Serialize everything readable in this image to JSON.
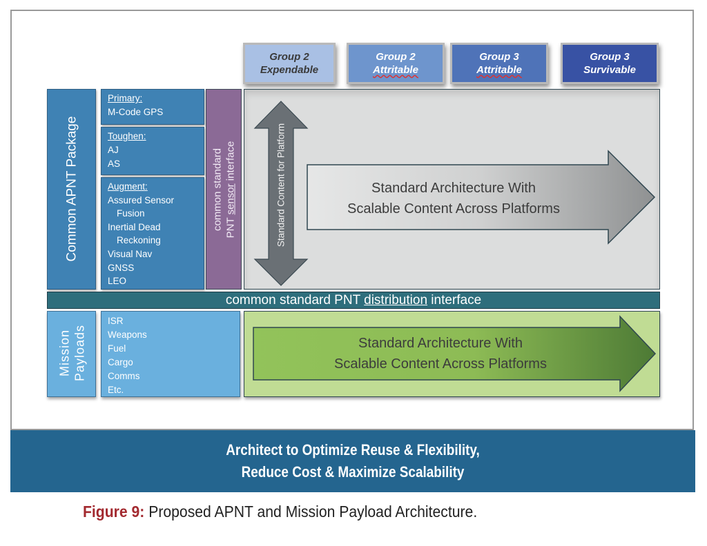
{
  "groups": [
    {
      "line1": "Group 2",
      "line2": "Expendable",
      "fill": "#a9c0e4",
      "text_color": "#3a3a3a",
      "misspelling_flag": false
    },
    {
      "line1": "Group 2",
      "line2": "Attritable",
      "fill": "#6e95cd",
      "text_color": "#ffffff",
      "misspelling_flag": true
    },
    {
      "line1": "Group 3",
      "line2": "Attritable",
      "fill": "#4f73b8",
      "text_color": "#ffffff",
      "misspelling_flag": true
    },
    {
      "line1": "Group 3",
      "line2": "Survivable",
      "fill": "#3852a4",
      "text_color": "#ffffff",
      "misspelling_flag": false
    }
  ],
  "apnt_package": {
    "label": "Common APNT Package",
    "primary": {
      "header": "Primary:",
      "items": [
        "M-Code GPS"
      ]
    },
    "toughen": {
      "header": "Toughen:",
      "items": [
        "AJ",
        "AS"
      ]
    },
    "augment": {
      "header": "Augment:",
      "items": [
        {
          "text": "Assured Sensor",
          "indent": false
        },
        {
          "text": "Fusion",
          "indent": true
        },
        {
          "text": "Inertial Dead",
          "indent": false
        },
        {
          "text": "Reckoning",
          "indent": true
        },
        {
          "text": "Visual Nav",
          "indent": false
        },
        {
          "text": "GNSS",
          "indent": false
        },
        {
          "text": "LEO",
          "indent": false
        }
      ]
    }
  },
  "sensor_interface": {
    "line1": "common standard",
    "line2_pre": "PNT ",
    "line2_underlined": "sensor",
    "line2_post": " interface"
  },
  "platform_arrow": {
    "label": "Standard Content for Platform"
  },
  "upper_arrow": {
    "line1": "Standard Architecture With",
    "line2": "Scalable Content Across Platforms"
  },
  "distribution_interface": {
    "pre": "common standard PNT ",
    "underlined": "distribution",
    "post": " interface"
  },
  "mission_payloads": {
    "label_line1": "Mission",
    "label_line2": "Payloads",
    "items": [
      "ISR",
      "Weapons",
      "Fuel",
      "Cargo",
      "Comms",
      "Etc."
    ]
  },
  "lower_arrow": {
    "line1": "Standard Architecture With",
    "line2": "Scalable Content Across Platforms"
  },
  "banner": {
    "line1": "Architect to Optimize Reuse & Flexibility,",
    "line2": "Reduce Cost & Maximize Scalability"
  },
  "caption": {
    "label": "Figure 9:",
    "text": " Proposed APNT and Mission Payload Architecture."
  },
  "colors": {
    "apnt_blue": "#3f82b4",
    "sensor_purple": "#8b6a96",
    "platform_panel": "#dcdddd",
    "distribution_teal": "#2e6e7c",
    "payload_light_blue": "#6ab0de",
    "payload_panel_green": "#c0dc94",
    "banner_blue": "#24658f",
    "caption_red": "#a32a30"
  }
}
